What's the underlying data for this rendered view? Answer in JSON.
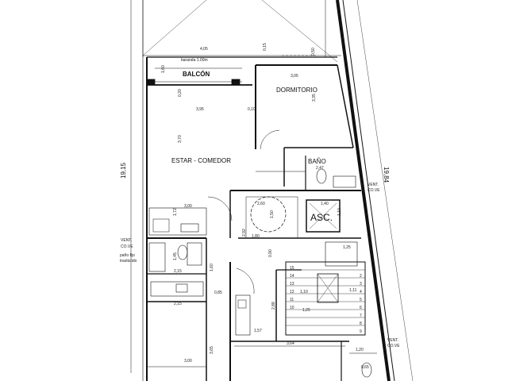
{
  "rooms": {
    "baranda": "baranda 1.00m",
    "balcon": "BALCÓN",
    "dormitorio": "DORMITORIO",
    "estar": "ESTAR - COMEDOR",
    "bano": "BAÑO",
    "asc": "ASC.",
    "vent_left": "VENT.",
    "cove_left": "CO.VE",
    "pano1": "paño fijo",
    "pano2": "traslúcido",
    "vent_right1": "VENT.",
    "cove_right1": "CO.VE",
    "vent_right2": "VENT.",
    "cove_right2": "CO.VE"
  },
  "dims": {
    "top_width": "4,05",
    "top_small": "0,15",
    "top_050": "0,50",
    "bal_160": "1,60",
    "dorm_305": "3,05",
    "v020": "0,20",
    "estar_395": "3,95",
    "v010": "0,10",
    "dorm_335": "3,35",
    "estar_370": "3,70",
    "bano_247": "2,47",
    "h172": "1,72",
    "h300a": "3,00",
    "h260": "2,60",
    "h140": "1,40",
    "v150": "1,50",
    "v110": "1,10",
    "h292": "2,92",
    "h180": "1,80",
    "overall_left": "19,15",
    "overall_right": "19,84",
    "h145": "1,45",
    "h215a": "2,15",
    "h160b": "1,60",
    "h125a": "1,25",
    "h090": "0,90",
    "s15": "15",
    "s14": "14",
    "s13": "13",
    "s12": "12",
    "s11": "11",
    "s10": "10",
    "s2": "2",
    "s3": "3",
    "s4": "4",
    "s5": "5",
    "s6": "6",
    "s7": "7",
    "s8": "8",
    "s9": "9",
    "h110": "1,10",
    "h111": "1,11",
    "h215b": "2,15",
    "h085": "0,85",
    "h288": "2,88",
    "h125b": "1,25",
    "h157": "1,57",
    "h365": "3,65",
    "h300b": "3,00",
    "h364": "3,64",
    "h120": "1,20",
    "h065": "0,65"
  }
}
